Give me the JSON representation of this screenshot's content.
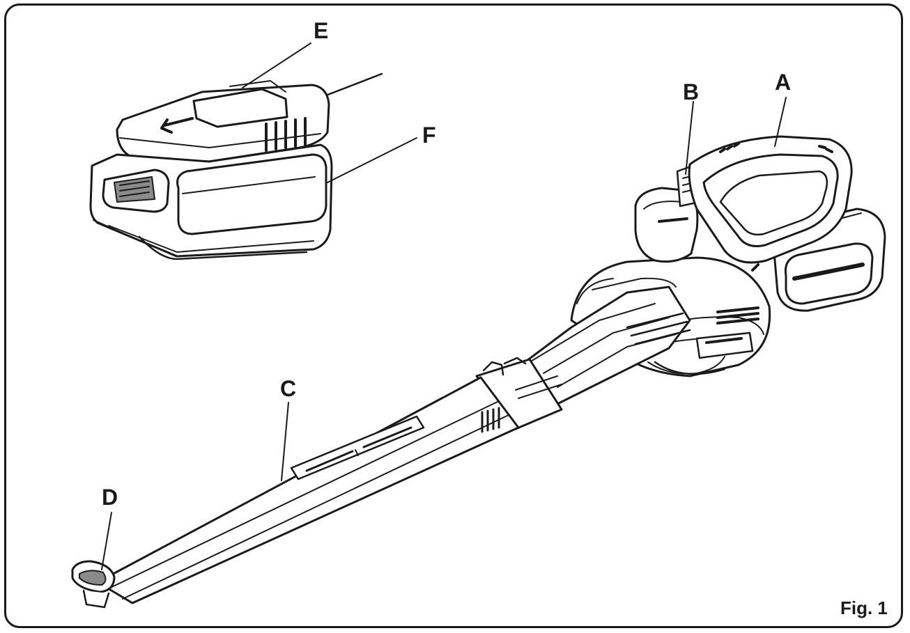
{
  "labels": {
    "a": "A",
    "b": "B",
    "c": "C",
    "d": "D",
    "e": "E",
    "f": "F"
  },
  "figure_caption": "Fig. 1",
  "colors": {
    "ink": "#1a1a1a",
    "background": "#ffffff",
    "shade": "#8a8a8a"
  }
}
